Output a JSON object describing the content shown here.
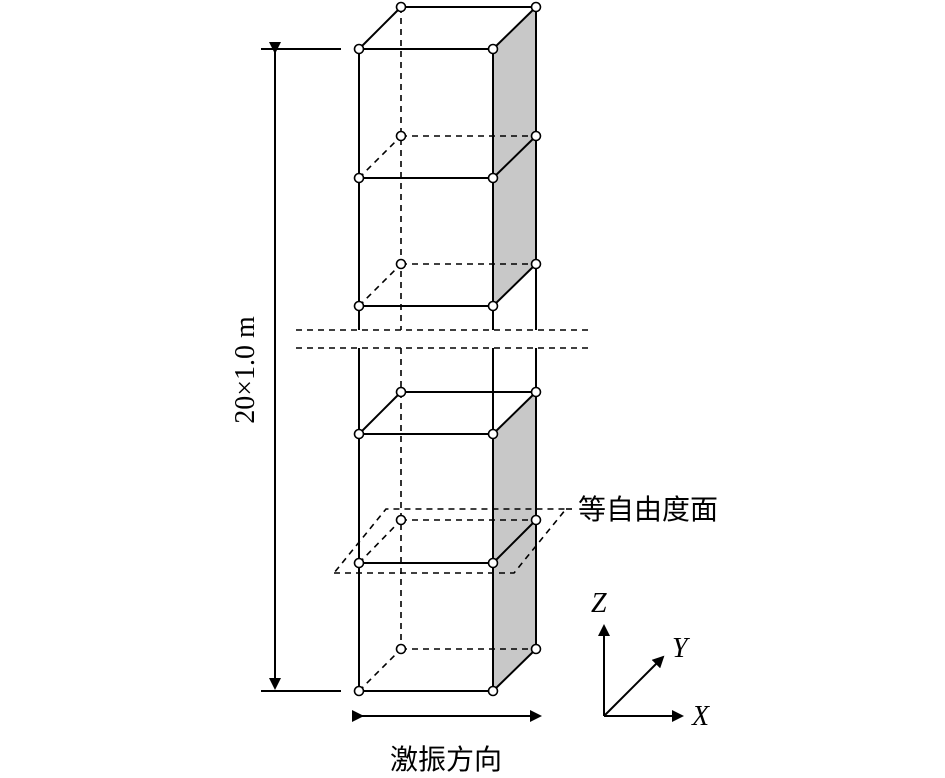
{
  "labels": {
    "height_dimension": "20×1.0 m",
    "equal_dof_plane": "等自由度面",
    "excitation_direction": "激振方向"
  },
  "axes": {
    "z": "Z",
    "y": "Y",
    "x": "X"
  },
  "colors": {
    "line": "#000000",
    "shaded_face": "#c8c8c8",
    "background": "#ffffff"
  }
}
